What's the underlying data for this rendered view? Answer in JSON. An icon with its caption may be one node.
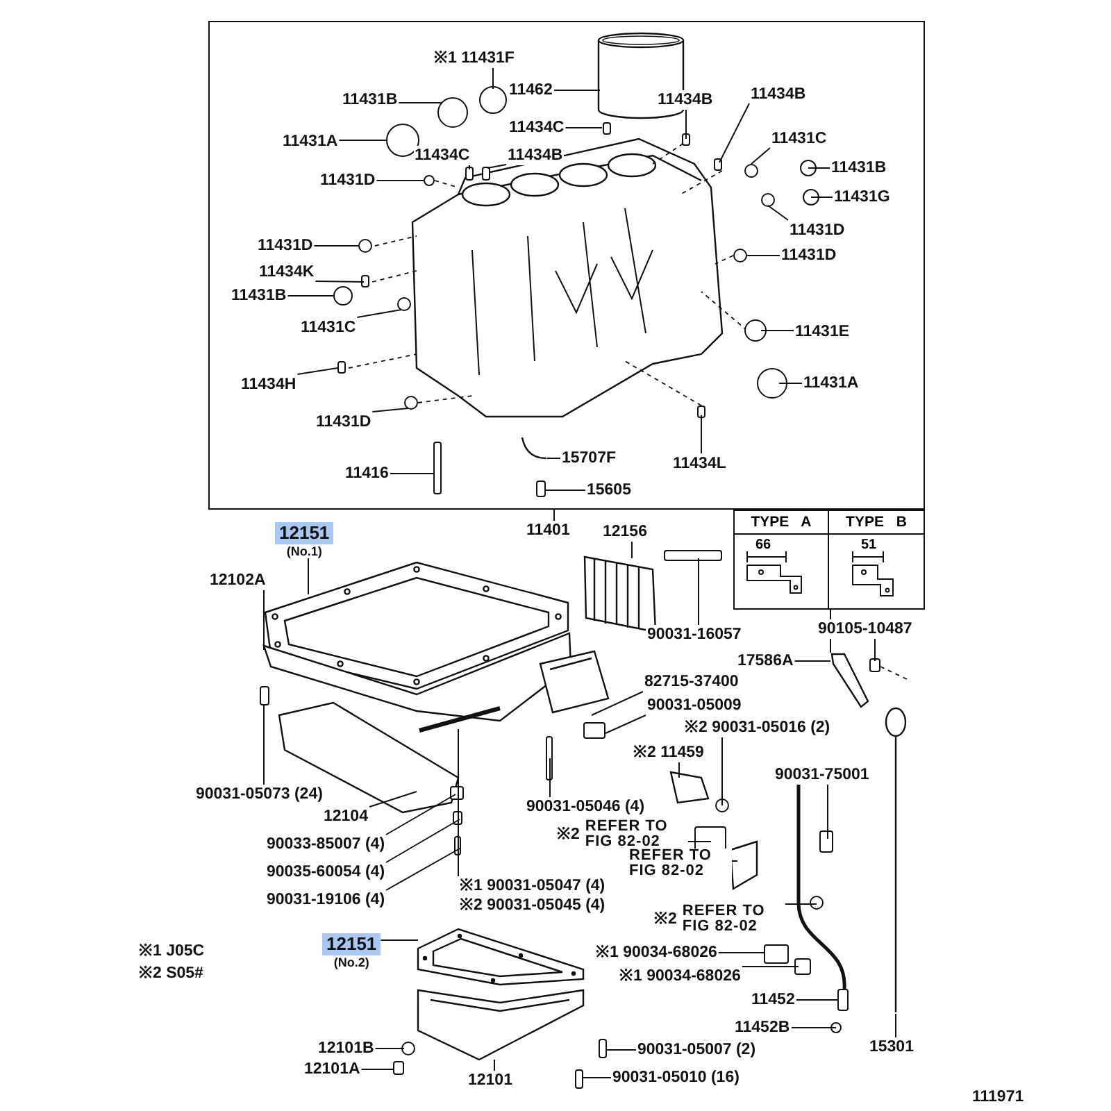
{
  "diagram": {
    "nodes": [
      {
        "text": [],
        "shape": "box"
      },
      {
        "text": [
          "※1 11431F"
        ],
        "in": 0
      },
      {
        "text": [
          "11431B"
        ],
        "in": 0
      },
      {
        "text": [
          "11462"
        ],
        "in": 0
      },
      {
        "text": [
          "11434B"
        ],
        "in": 0
      },
      {
        "text": [
          "11434B"
        ],
        "in": 0
      },
      {
        "text": [
          "11434C"
        ],
        "in": 0
      },
      {
        "text": [
          "11431A"
        ],
        "in": 0
      },
      {
        "text": [
          "11434C"
        ],
        "in": 0
      },
      {
        "text": [
          "11434B"
        ],
        "in": 0
      },
      {
        "text": [
          "11431C"
        ],
        "in": 0
      },
      {
        "text": [
          "11431B"
        ],
        "in": 0
      },
      {
        "text": [
          "11431D"
        ],
        "in": 0
      },
      {
        "text": [
          "11431G"
        ],
        "in": 0
      },
      {
        "text": [
          "11431D"
        ],
        "in": 0
      },
      {
        "text": [
          "11431D"
        ],
        "in": 0
      },
      {
        "text": [
          "11431D"
        ],
        "in": 0
      },
      {
        "text": [
          "11434K"
        ],
        "in": 0
      },
      {
        "text": [
          "11431B"
        ],
        "in": 0
      },
      {
        "text": [
          "11431C"
        ],
        "in": 0
      },
      {
        "text": [
          "11431E"
        ],
        "in": 0
      },
      {
        "text": [
          "11434H"
        ],
        "in": 0
      },
      {
        "text": [
          "11431A"
        ],
        "in": 0
      },
      {
        "text": [
          "11431D"
        ],
        "in": 0
      },
      {
        "text": [
          "11416"
        ],
        "in": 0
      },
      {
        "text": [
          "15707F"
        ],
        "in": 0
      },
      {
        "text": [
          "11434L"
        ],
        "in": 0
      },
      {
        "text": [
          "15605"
        ],
        "in": 0
      },
      {
        "text": [
          "11401"
        ]
      },
      {
        "text": [
          "12151",
          "(No.1)"
        ]
      },
      {
        "text": [
          "12102A"
        ]
      },
      {
        "text": [
          "12156"
        ]
      },
      {
        "text": [
          "TYPE A",
          "TYPE B",
          "66",
          "51"
        ]
      },
      {
        "text": [
          "90031-16057"
        ]
      },
      {
        "text": [
          "90105-10487"
        ]
      },
      {
        "text": [
          "17586A"
        ]
      },
      {
        "text": [
          "82715-37400"
        ]
      },
      {
        "text": [
          "90031-05009"
        ]
      },
      {
        "text": [
          "※2 90031-05016 (2)"
        ]
      },
      {
        "text": [
          "※2 11459"
        ]
      },
      {
        "text": [
          "90031-75001"
        ]
      },
      {
        "text": [
          "90031-05073 (24)"
        ]
      },
      {
        "text": [
          "12104"
        ]
      },
      {
        "text": [
          "90031-05046 (4)"
        ]
      },
      {
        "text": [
          "※2",
          "REFER TO FIG 82-02"
        ]
      },
      {
        "text": [
          "90033-85007 (4)"
        ]
      },
      {
        "text": [
          "REFER TO FIG 82-02"
        ]
      },
      {
        "text": [
          "90035-60054 (4)"
        ]
      },
      {
        "text": [
          "※1 90031-05047 (4)",
          "※2 90031-05045 (4)"
        ]
      },
      {
        "text": [
          "90031-19106 (4)"
        ]
      },
      {
        "text": [
          "※2",
          "REFER TO FIG 82-02"
        ]
      },
      {
        "text": [
          "12151",
          "(No.2)"
        ]
      },
      {
        "text": [
          "※1 90034-68026"
        ]
      },
      {
        "text": [
          "※1 90034-68026"
        ]
      },
      {
        "text": [
          "11452"
        ]
      },
      {
        "text": [
          "11452B"
        ]
      },
      {
        "text": [
          "15301"
        ]
      },
      {
        "text": [
          "12101B"
        ]
      },
      {
        "text": [
          "12101A"
        ]
      },
      {
        "text": [
          "90031-05007 (2)"
        ]
      },
      {
        "text": [
          "12101"
        ]
      },
      {
        "text": [
          "90031-05010 (16)"
        ]
      },
      {
        "text": [],
        "shape": "circle",
        "in": 0
      },
      {
        "text": [],
        "shape": "circle",
        "in": 0
      },
      {
        "text": [],
        "shape": "cylinder",
        "in": 0
      },
      {
        "text": [],
        "shape": "box",
        "in": 0
      },
      {
        "text": [],
        "shape": "box",
        "in": 0
      },
      {
        "text": [],
        "shape": "box",
        "in": 0
      },
      {
        "text": [],
        "shape": "circle",
        "in": 0
      },
      {
        "text": [],
        "shape": "box",
        "in": 0
      },
      {
        "text": [],
        "shape": "box",
        "in": 0
      },
      {
        "text": [],
        "shape": "circle",
        "in": 0
      },
      {
        "text": [],
        "shape": "circle",
        "in": 0
      },
      {
        "text": [],
        "shape": "circle",
        "in": 0
      },
      {
        "text": [],
        "shape": "circle",
        "in": 0
      },
      {
        "text": [],
        "shape": "circle",
        "in": 0
      },
      {
        "text": [],
        "shape": "circle",
        "in": 0
      },
      {
        "text": [],
        "shape": "circle",
        "in": 0
      },
      {
        "text": [],
        "shape": "box",
        "in": 0
      },
      {
        "text": [],
        "shape": "circle",
        "in": 0
      },
      {
        "text": [],
        "shape": "circle",
        "in": 0
      },
      {
        "text": [],
        "shape": "circle",
        "in": 0
      },
      {
        "text": [],
        "shape": "box",
        "in": 0
      },
      {
        "text": [],
        "shape": "circle",
        "in": 0
      },
      {
        "text": [],
        "shape": "circle",
        "in": 0
      },
      {
        "text": [],
        "shape": "box",
        "in": 0
      },
      {
        "text": [],
        "shape": "picture",
        "in": 0
      },
      {
        "text": [],
        "shape": "box",
        "in": 0
      },
      {
        "text": [],
        "shape": "box",
        "in": 0
      },
      {
        "text": [],
        "shape": "picture"
      },
      {
        "text": [],
        "shape": "picture"
      },
      {
        "text": [],
        "shape": "picture"
      },
      {
        "text": [],
        "shape": "box"
      },
      {
        "text": [],
        "shape": "box"
      },
      {
        "text": [],
        "shape": "picture"
      },
      {
        "text": [],
        "shape": "picture"
      },
      {
        "text": [],
        "shape": "box"
      },
      {
        "text": [],
        "shape": "circle"
      },
      {
        "text": [],
        "shape": "picture"
      },
      {
        "text": [],
        "shape": "box"
      },
      {
        "text": [],
        "shape": "box"
      },
      {
        "text": [],
        "shape": "picture"
      },
      {
        "text": [],
        "shape": "box"
      },
      {
        "text": [],
        "shape": "box"
      },
      {
        "text": [],
        "shape": "box"
      },
      {
        "text": [],
        "shape": "picture"
      },
      {
        "text": [],
        "shape": "box"
      },
      {
        "text": [],
        "shape": "picture"
      },
      {
        "text": [],
        "shape": "box"
      },
      {
        "text": [],
        "shape": "circle"
      },
      {
        "text": [],
        "shape": "picture"
      },
      {
        "text": [],
        "shape": "box"
      },
      {
        "text": [],
        "shape": "box"
      },
      {
        "text": [],
        "shape": "box"
      },
      {
        "text": [],
        "shape": "circle"
      },
      {
        "text": [],
        "shape": "picture"
      },
      {
        "text": [],
        "shape": "circle"
      },
      {
        "text": [],
        "shape": "box"
      },
      {
        "text": [],
        "shape": "box"
      },
      {
        "text": [],
        "shape": "picture"
      },
      {
        "text": [],
        "shape": "box"
      }
    ],
    "edges": [
      {
        "from": 1,
        "to": 62,
        "arrow": "none"
      },
      {
        "from": 2,
        "to": 63,
        "arrow": "none"
      },
      {
        "from": 3,
        "to": 64,
        "arrow": "none"
      },
      {
        "from": 4,
        "to": 65,
        "arrow": "none"
      },
      {
        "from": 5,
        "to": 66,
        "arrow": "none"
      },
      {
        "from": 6,
        "to": 67,
        "arrow": "none"
      },
      {
        "from": 7,
        "to": 68,
        "arrow": "none"
      },
      {
        "from": 8,
        "to": 69,
        "arrow": "none"
      },
      {
        "from": 9,
        "to": 70,
        "arrow": "none"
      },
      {
        "from": 10,
        "to": 71,
        "arrow": "none"
      },
      {
        "from": 11,
        "to": 72,
        "arrow": "none"
      },
      {
        "from": 12,
        "to": 73,
        "arrow": "none"
      },
      {
        "from": 13,
        "to": 74,
        "arrow": "none"
      },
      {
        "from": 14,
        "to": 75,
        "arrow": "none"
      },
      {
        "from": 15,
        "to": 76,
        "arrow": "none"
      },
      {
        "from": 16,
        "to": 77,
        "arrow": "none"
      },
      {
        "from": 17,
        "to": 78,
        "arrow": "none"
      },
      {
        "from": 18,
        "to": 79,
        "arrow": "none"
      },
      {
        "from": 19,
        "to": 80,
        "arrow": "none"
      },
      {
        "from": 20,
        "to": 81,
        "arrow": "none"
      },
      {
        "from": 21,
        "to": 82,
        "arrow": "none"
      },
      {
        "from": 22,
        "to": 83,
        "arrow": "none"
      },
      {
        "from": 23,
        "to": 84,
        "arrow": "none"
      },
      {
        "from": 24,
        "to": 85,
        "arrow": "none"
      },
      {
        "from": 25,
        "to": 86,
        "arrow": "none"
      },
      {
        "from": 26,
        "to": 87,
        "arrow": "none"
      },
      {
        "from": 27,
        "to": 88,
        "arrow": "none"
      },
      {
        "from": 28,
        "to": 0,
        "arrow": "none"
      },
      {
        "from": 29,
        "to": 89,
        "arrow": "none"
      },
      {
        "from": 30,
        "to": 90,
        "arrow": "none"
      },
      {
        "from": 31,
        "to": 91,
        "arrow": "none"
      },
      {
        "from": 32,
        "to": 94,
        "arrow": "none"
      },
      {
        "from": 33,
        "to": 92,
        "arrow": "none"
      },
      {
        "from": 34,
        "to": 93,
        "arrow": "none"
      },
      {
        "from": 35,
        "to": 94,
        "arrow": "none"
      },
      {
        "from": 36,
        "to": 95,
        "arrow": "none"
      },
      {
        "from": 37,
        "to": 96,
        "arrow": "none"
      },
      {
        "from": 38,
        "to": 97,
        "arrow": "none"
      },
      {
        "from": 39,
        "to": 98,
        "arrow": "none"
      },
      {
        "from": 40,
        "to": 99,
        "arrow": "none"
      },
      {
        "from": 41,
        "to": 100,
        "arrow": "none"
      },
      {
        "from": 42,
        "to": 101,
        "arrow": "none"
      },
      {
        "from": 43,
        "to": 102,
        "arrow": "none"
      },
      {
        "from": 44,
        "to": 103,
        "arrow": "none"
      },
      {
        "from": 45,
        "to": 104,
        "arrow": "none"
      },
      {
        "from": 46,
        "to": 105,
        "arrow": "none"
      },
      {
        "from": 47,
        "to": 106,
        "arrow": "none"
      },
      {
        "from": 48,
        "to": 107,
        "arrow": "none"
      },
      {
        "from": 49,
        "to": 108,
        "arrow": "none"
      },
      {
        "from": 50,
        "to": 109,
        "arrow": "none"
      },
      {
        "from": 51,
        "to": 110,
        "arrow": "none"
      },
      {
        "from": 52,
        "to": 111,
        "arrow": "none"
      },
      {
        "from": 53,
        "to": 112,
        "arrow": "none"
      },
      {
        "from": 54,
        "to": 113,
        "arrow": "none"
      },
      {
        "from": 55,
        "to": 114,
        "arrow": "none"
      },
      {
        "from": 56,
        "to": 115,
        "arrow": "none"
      },
      {
        "from": 57,
        "to": 116,
        "arrow": "none"
      },
      {
        "from": 58,
        "to": 117,
        "arrow": "none"
      },
      {
        "from": 59,
        "to": 118,
        "arrow": "none"
      },
      {
        "from": 60,
        "to": 119,
        "arrow": "none"
      },
      {
        "from": 61,
        "to": 120,
        "arrow": "none"
      }
    ],
    "labels": [
      "※1 J05C",
      "※2 S05#",
      "111971"
    ]
  }
}
